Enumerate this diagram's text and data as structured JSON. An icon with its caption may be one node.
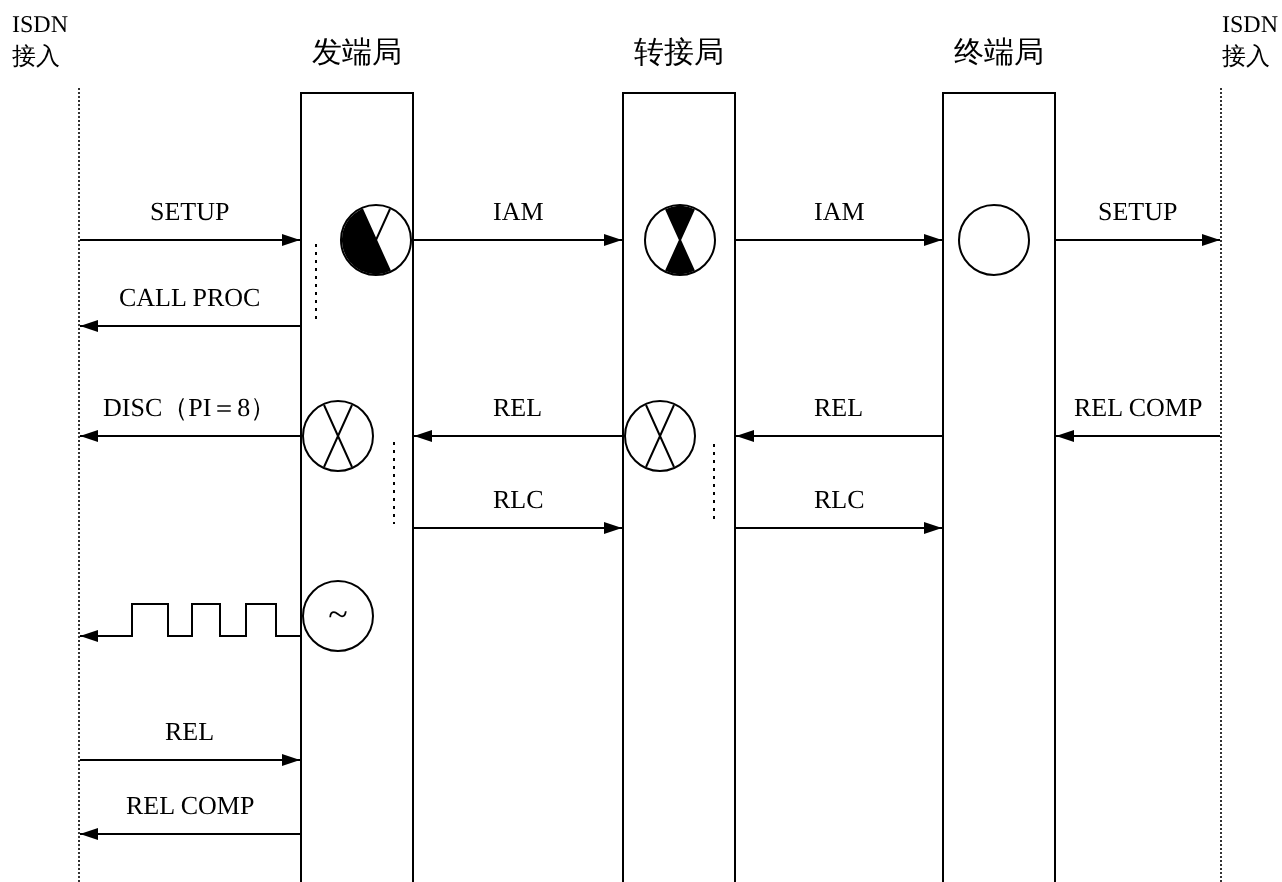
{
  "diagram": {
    "nodes": [
      {
        "text": [
          "ISDN 接入"
        ]
      },
      {
        "text": [
          "发端局"
        ]
      },
      {
        "text": [
          "转接局"
        ]
      },
      {
        "text": [
          "终端局"
        ]
      },
      {
        "text": [
          "ISDN 接入"
        ]
      },
      {
        "text": [],
        "shape": "circle",
        "in": 1
      },
      {
        "text": [],
        "shape": "circle",
        "in": 2
      },
      {
        "text": [],
        "shape": "circle",
        "in": 3
      },
      {
        "text": [],
        "shape": "circle",
        "in": 1
      },
      {
        "text": [],
        "shape": "circle",
        "in": 2
      },
      {
        "text": [
          "~"
        ],
        "in": 1
      }
    ],
    "edges": [
      {
        "from": 0,
        "to": 1,
        "arrow": "to",
        "label": "SETUP"
      },
      {
        "from": 1,
        "to": 2,
        "arrow": "to",
        "label": "IAM"
      },
      {
        "from": 2,
        "to": 3,
        "arrow": "to",
        "label": "IAM"
      },
      {
        "from": 3,
        "to": 4,
        "arrow": "to",
        "label": "SETUP"
      },
      {
        "from": 1,
        "to": 0,
        "arrow": "to",
        "label": "CALL PROC"
      },
      {
        "from": 1,
        "to": 0,
        "arrow": "to",
        "label": "DISC（PI＝8）"
      },
      {
        "from": 2,
        "to": 1,
        "arrow": "to",
        "label": "REL"
      },
      {
        "from": 3,
        "to": 2,
        "arrow": "to",
        "label": "REL"
      },
      {
        "from": 4,
        "to": 3,
        "arrow": "to",
        "label": "REL COMP"
      },
      {
        "from": 1,
        "to": 2,
        "arrow": "to",
        "label": "RLC"
      },
      {
        "from": 2,
        "to": 3,
        "arrow": "to",
        "label": "RLC"
      },
      {
        "from": 10,
        "to": 0,
        "arrow": "to"
      },
      {
        "from": 0,
        "to": 1,
        "arrow": "to",
        "label": "REL"
      },
      {
        "from": 1,
        "to": 0,
        "arrow": "to",
        "label": "REL COMP"
      }
    ]
  }
}
